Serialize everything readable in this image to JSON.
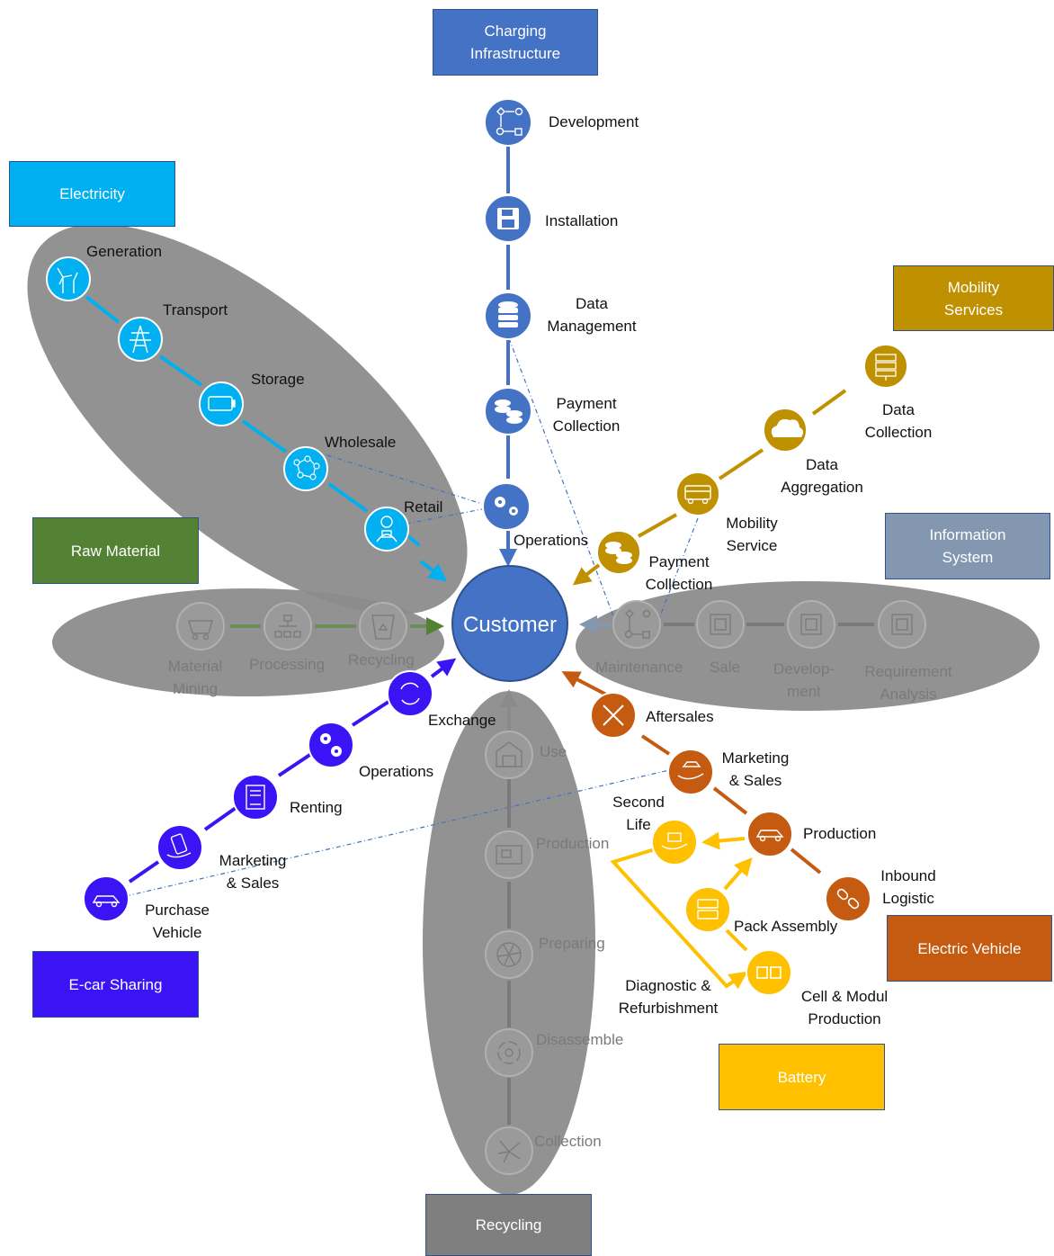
{
  "center": {
    "label": "Customer"
  },
  "categories": {
    "charging_infrastructure": {
      "label": "Charging\nInfrastructure",
      "color": "#4472C4"
    },
    "electricity": {
      "label": "Electricity",
      "color": "#00B0F0"
    },
    "mobility_services": {
      "label": "Mobility\nServices",
      "color": "#BF9000"
    },
    "information_system": {
      "label": "Information\nSystem",
      "color": "#8497B0"
    },
    "raw_material": {
      "label": "Raw Material",
      "color": "#548235"
    },
    "e_car_sharing": {
      "label": "E-car Sharing",
      "color": "#3A14F4"
    },
    "electric_vehicle": {
      "label": "Electric Vehicle",
      "color": "#C55A11"
    },
    "battery": {
      "label": "Battery",
      "color": "#FFC000"
    },
    "recycling": {
      "label": "Recycling",
      "color": "#7F7F7F"
    }
  },
  "charging_steps": [
    {
      "label": "Development",
      "icon": "flowchart-icon"
    },
    {
      "label": "Installation",
      "icon": "floppy-disk-icon"
    },
    {
      "label": "Data\nManagement",
      "icon": "database-icon"
    },
    {
      "label": "Payment\nCollection",
      "icon": "coins-icon"
    },
    {
      "label": "Operations",
      "icon": "gears-icon"
    }
  ],
  "electricity_steps": [
    {
      "label": "Generation",
      "icon": "wind-turbine-icon"
    },
    {
      "label": "Transport",
      "icon": "power-tower-icon"
    },
    {
      "label": "Storage",
      "icon": "battery-icon"
    },
    {
      "label": "Wholesale",
      "icon": "network-icon"
    },
    {
      "label": "Retail",
      "icon": "person-icon"
    }
  ],
  "mobility_steps": [
    {
      "label": "Data\nCollection",
      "icon": "server-icon"
    },
    {
      "label": "Data\nAggregation",
      "icon": "cloud-icon"
    },
    {
      "label": "Mobility\nService",
      "icon": "bus-icon"
    },
    {
      "label": "Payment\nCollection",
      "icon": "coins-icon"
    }
  ],
  "information_steps": [
    {
      "label": "Maintenance",
      "icon": "flowchart-icon"
    },
    {
      "label": "Sale",
      "icon": "chip-icon"
    },
    {
      "label": "Develop-\nment",
      "icon": "chip-icon"
    },
    {
      "label": "Requirement\nAnalysis",
      "icon": "chip-icon"
    }
  ],
  "raw_material_steps": [
    {
      "label": "Material\nMining",
      "icon": "mine-cart-icon"
    },
    {
      "label": "Processing",
      "icon": "hierarchy-icon"
    },
    {
      "label": "Recycling",
      "icon": "recycle-bin-icon"
    }
  ],
  "car_sharing_steps": [
    {
      "label": "Exchange",
      "icon": "refresh-icon"
    },
    {
      "label": "Operations",
      "icon": "gears-icon"
    },
    {
      "label": "Renting",
      "icon": "contract-icon"
    },
    {
      "label": "Marketing\n& Sales",
      "icon": "phone-hand-icon"
    },
    {
      "label": "Purchase\nVehicle",
      "icon": "car-icon"
    }
  ],
  "ev_steps": [
    {
      "label": "Aftersales",
      "icon": "tools-icon"
    },
    {
      "label": "Marketing\n& Sales",
      "icon": "car-hand-icon"
    },
    {
      "label": "Production",
      "icon": "car-icon"
    },
    {
      "label": "Inbound\nLogistic",
      "icon": "chain-icon"
    }
  ],
  "battery_steps": [
    {
      "label": "Second\nLife",
      "icon": "battery-hand-icon"
    },
    {
      "label": "Pack Assembly",
      "icon": "battery-pack-icon"
    },
    {
      "label": "Cell & Modul\nProduction",
      "icon": "battery-cells-icon"
    },
    {
      "label": "Diagnostic &\nRefurbishment",
      "icon": ""
    }
  ],
  "recycling_steps": [
    {
      "label": "Use",
      "icon": "garage-icon"
    },
    {
      "label": "Production",
      "icon": "factory-icon"
    },
    {
      "label": "Preparing",
      "icon": "shutter-icon"
    },
    {
      "label": "Disassemble",
      "icon": "cycle-icon"
    },
    {
      "label": "Collection",
      "icon": "shatter-icon"
    }
  ]
}
